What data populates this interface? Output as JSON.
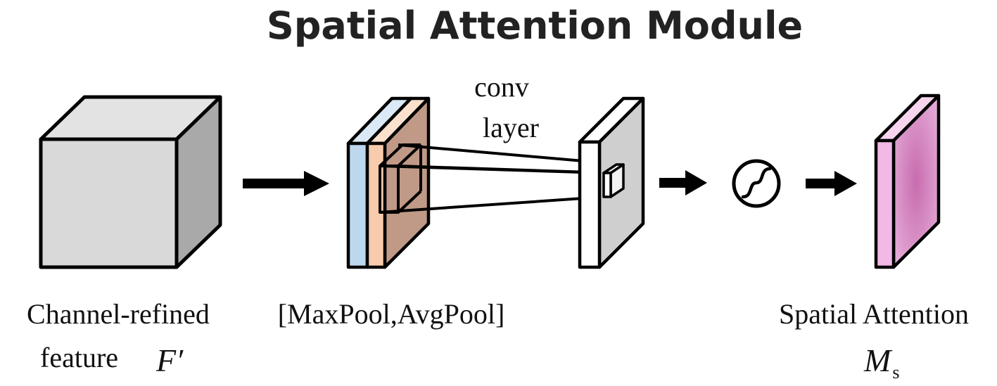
{
  "title": "Spatial Attention Module",
  "conv_label": [
    "conv",
    "layer"
  ],
  "labels": {
    "input_line1": "Channel-refined",
    "input_line2": "feature",
    "input_symbol": "F′",
    "pool": "[MaxPool,AvgPool]",
    "output_line1": "Spatial Attention",
    "output_symbol": "M",
    "output_subscript": "s"
  },
  "colors": {
    "cube_front": "#d9d9d9",
    "cube_top": "#e3e3e3",
    "cube_side": "#a9a9a9",
    "maxpool_map": "#bdd7ee",
    "avgpool_map": "#f8cbad",
    "avgpool_side": "#c09a87",
    "conv_map": "#ffffff",
    "conv_side": "#cfcfcf",
    "attention_map": "#f2b8e6",
    "attention_side": "#cf7fc0",
    "stroke": "#000000"
  },
  "icons": [
    "arrow-right-icon",
    "sigmoid-icon"
  ]
}
